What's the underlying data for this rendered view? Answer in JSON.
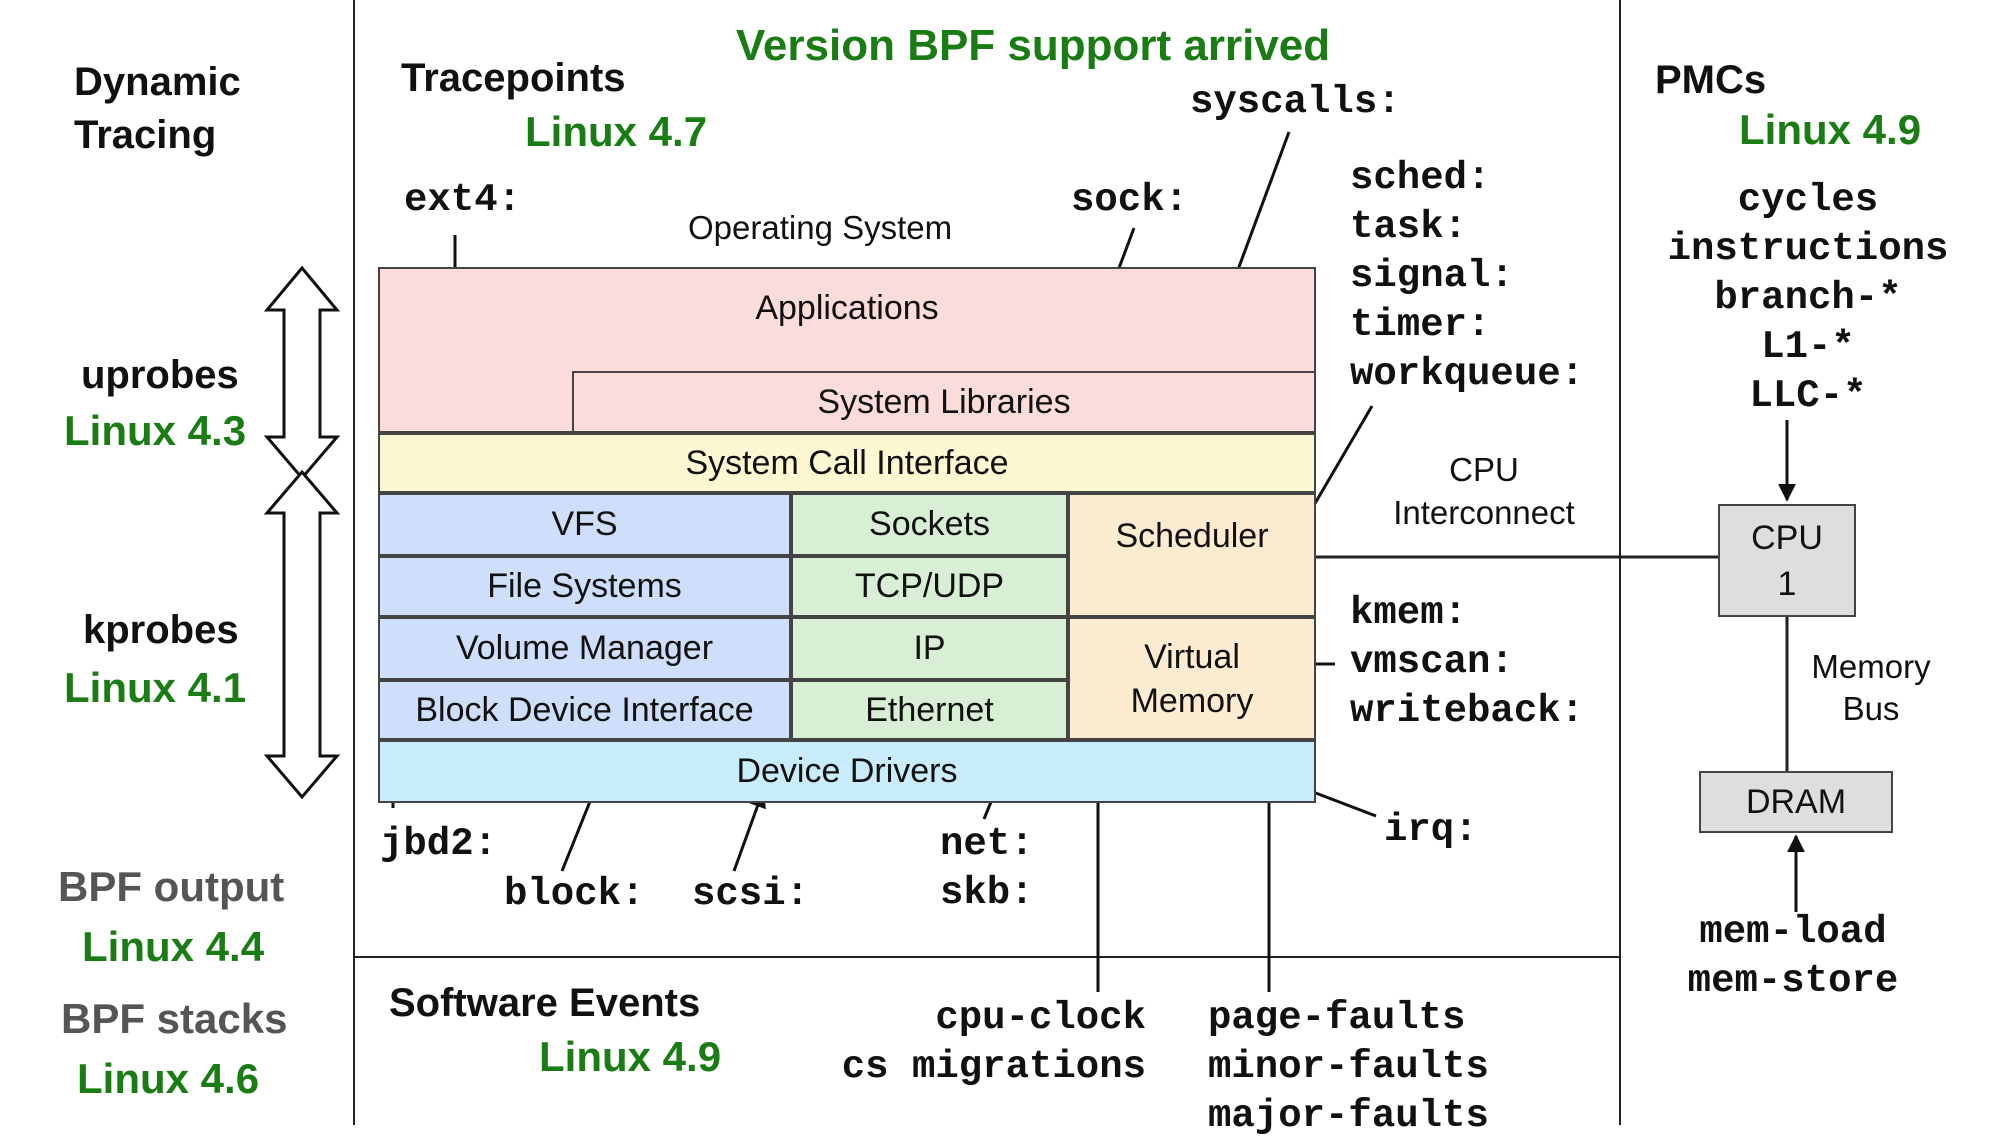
{
  "colors": {
    "green": "#1a7d14",
    "gray_text": "#555555",
    "applications": "#fcdbdb",
    "syscall": "#fdf7d2",
    "fs_stack": "#cfdefa",
    "net_stack": "#d9efd5",
    "sched_vm": "#fdeccf",
    "drivers": "#c8ecfa",
    "hw_box": "#dedede"
  },
  "title": "Version BPF support arrived",
  "left": {
    "dynamic_tracing": [
      "Dynamic",
      "Tracing"
    ],
    "uprobes": {
      "label": "uprobes",
      "version": "Linux 4.3"
    },
    "kprobes": {
      "label": "kprobes",
      "version": "Linux 4.1"
    },
    "bpf_output": {
      "label": "BPF output",
      "version": "Linux 4.4"
    },
    "bpf_stacks": {
      "label": "BPF stacks",
      "version": "Linux 4.6"
    }
  },
  "tracepoints": {
    "label": "Tracepoints",
    "version": "Linux 4.7"
  },
  "pmcs": {
    "label": "PMCs",
    "version": "Linux 4.9",
    "events": [
      "cycles",
      "instructions",
      "branch-*",
      "L1-*",
      "LLC-*"
    ],
    "mem_events": [
      "mem-load",
      "mem-store"
    ]
  },
  "software_events": {
    "label": "Software Events",
    "version": "Linux 4.9",
    "cpu_events": [
      "cpu-clock",
      "cs migrations"
    ],
    "fault_events": [
      "page-faults",
      "minor-faults",
      "major-faults"
    ]
  },
  "os": {
    "label": "Operating System",
    "applications": "Applications",
    "system_libraries": "System Libraries",
    "syscall_interface": "System Call Interface",
    "vfs": "VFS",
    "file_systems": "File Systems",
    "volume_manager": "Volume Manager",
    "block_device_interface": "Block Device Interface",
    "sockets": "Sockets",
    "tcp_udp": "TCP/UDP",
    "ip": "IP",
    "ethernet": "Ethernet",
    "scheduler": "Scheduler",
    "virtual_memory": [
      "Virtual",
      "Memory"
    ],
    "device_drivers": "Device Drivers"
  },
  "hardware": {
    "cpu_interconnect": [
      "CPU",
      "Interconnect"
    ],
    "cpu": [
      "CPU",
      "1"
    ],
    "memory_bus": [
      "Memory",
      "Bus"
    ],
    "dram": "DRAM"
  },
  "tracepoint_labels": {
    "ext4": "ext4:",
    "sock": "sock:",
    "syscalls": "syscalls:",
    "sched_group": [
      "sched:",
      "task:",
      "signal:",
      "timer:",
      "workqueue:"
    ],
    "mem_group": [
      "kmem:",
      "vmscan:",
      "writeback:"
    ],
    "irq": "irq:",
    "jbd2": "jbd2:",
    "block": "block:",
    "scsi": "scsi:",
    "net_skb": [
      "net:",
      "skb:"
    ]
  }
}
